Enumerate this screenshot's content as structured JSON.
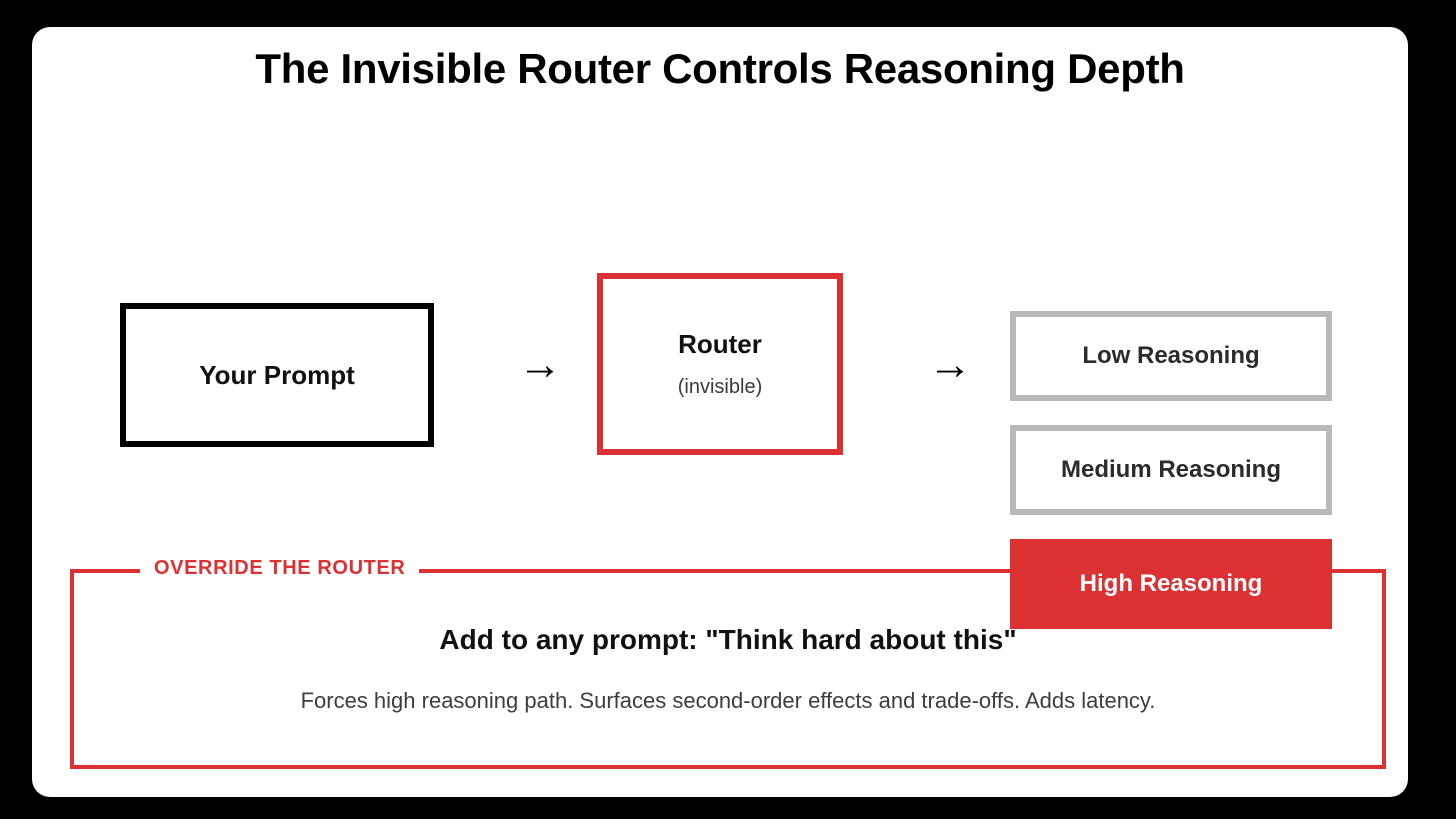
{
  "card": {
    "title": "The Invisible Router Controls Reasoning Depth",
    "background": "#ffffff",
    "accent_red": "#DC3132",
    "outline_gray": "#B9B9B9"
  },
  "flow": {
    "prompt_box": {
      "label": "Your Prompt"
    },
    "arrow1": {
      "glyph": "→"
    },
    "router_box": {
      "title": "Router",
      "subtitle": "(invisible)"
    },
    "arrow2": {
      "glyph": "→"
    },
    "levels": [
      {
        "label": "Low Reasoning",
        "style": "outline",
        "selected": false
      },
      {
        "label": "Medium Reasoning",
        "style": "outline",
        "selected": false
      },
      {
        "label": "High Reasoning",
        "style": "filled",
        "selected": true
      }
    ]
  },
  "override": {
    "legend": "OVERRIDE THE ROUTER",
    "headline": "Add to any prompt: \"Think hard about this\"",
    "description": "Forces high reasoning path. Surfaces second-order effects and trade-offs. Adds latency."
  }
}
